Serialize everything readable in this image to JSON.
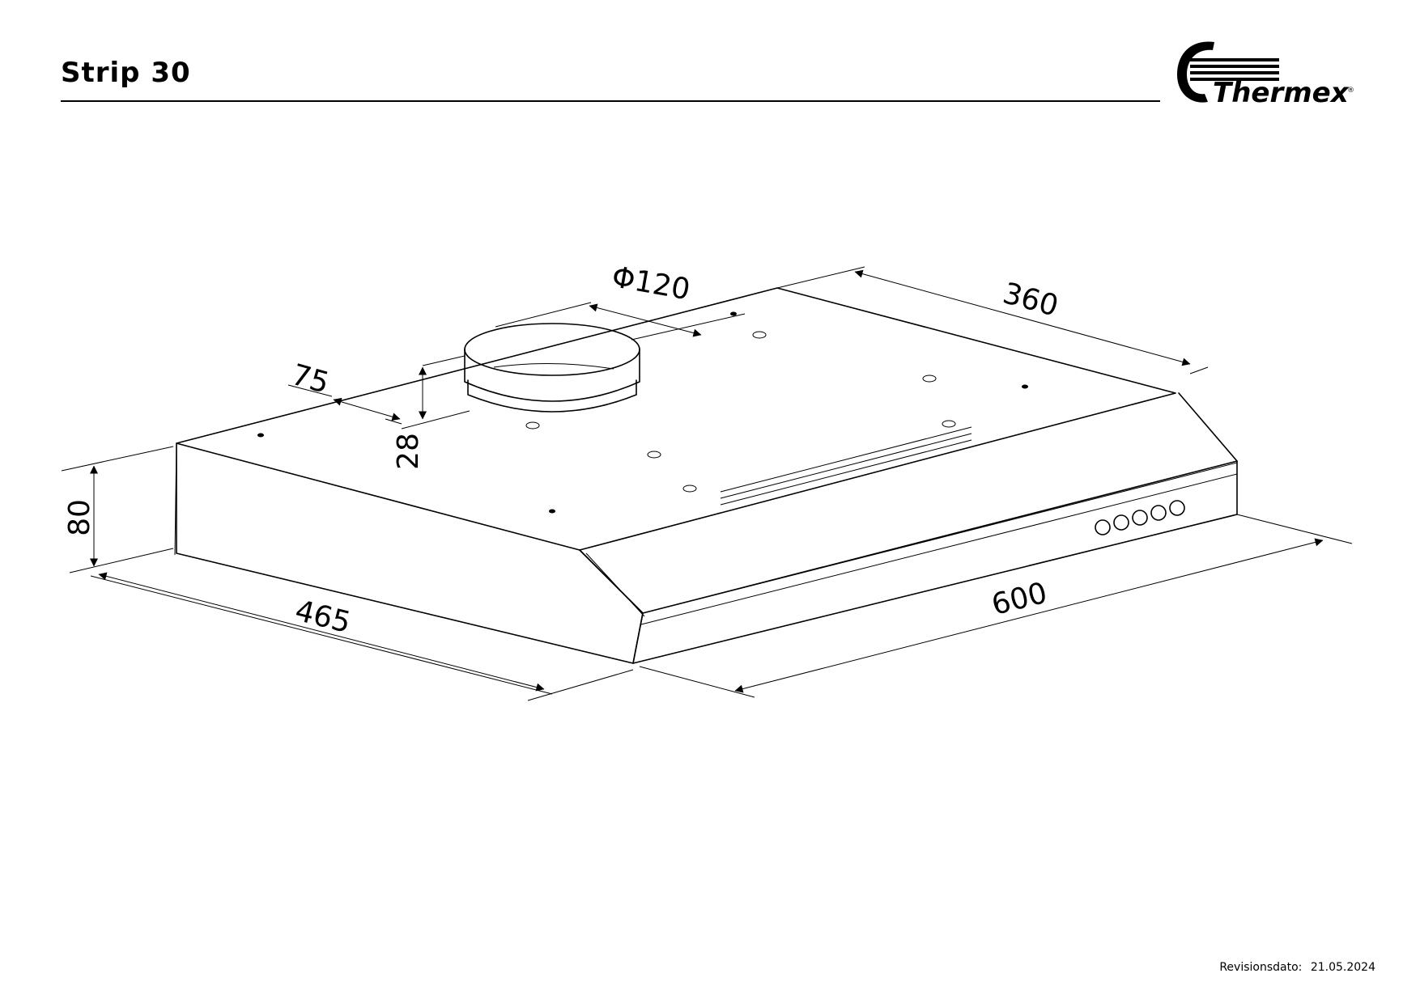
{
  "header": {
    "title": "Strip 30"
  },
  "logo": {
    "brand_name": "Thermex"
  },
  "dimensions": {
    "width": "600",
    "depth": "465",
    "height": "80",
    "outlet_diameter": "Φ120",
    "outlet_offset": "75",
    "outlet_height": "28",
    "outlet_to_back": "360"
  },
  "footer": {
    "label": "Revisionsdato:",
    "date": "21.05.2024"
  }
}
